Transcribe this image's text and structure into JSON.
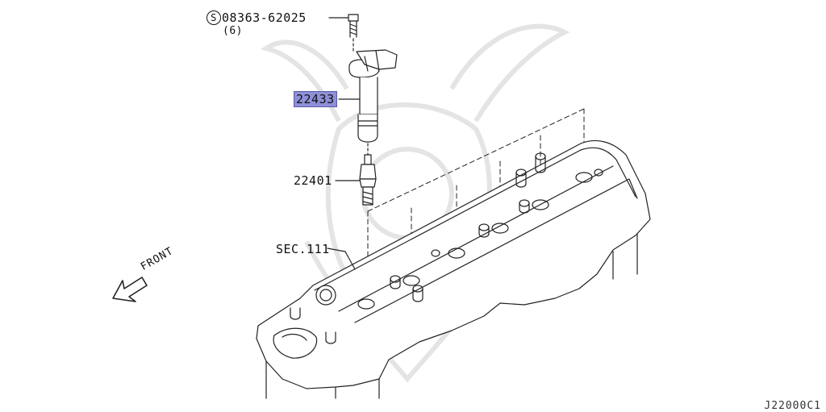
{
  "labels": {
    "bolt_part": "08363-62025",
    "bolt_symbol": "S",
    "bolt_qty": "(6)",
    "coil_part": "22433",
    "plug_part": "22401",
    "section_ref": "SEC.111",
    "front": "FRONT",
    "drawing_code": "J22000C1"
  },
  "colors": {
    "highlight": "#8f8fd8",
    "line": "#222222",
    "watermark": "#e6e6e6"
  }
}
